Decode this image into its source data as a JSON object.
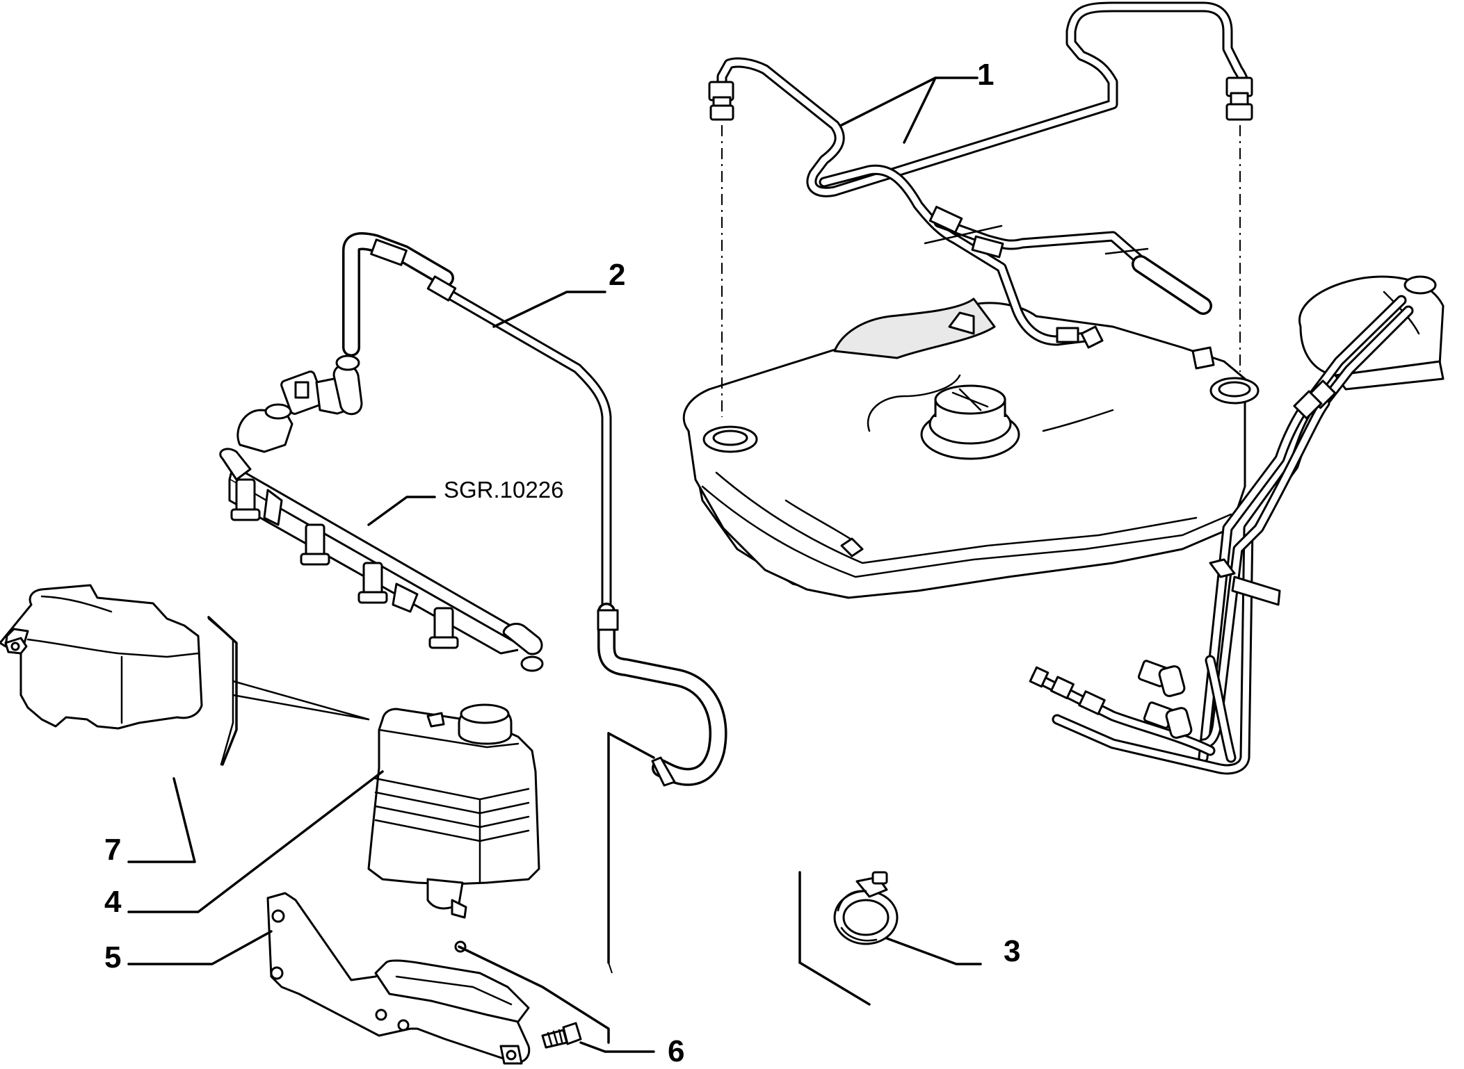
{
  "diagram": {
    "callouts": {
      "c1": "1",
      "c2": "2",
      "c3": "3",
      "c4": "4",
      "c5": "5",
      "c6": "6",
      "c7": "7"
    },
    "reference_label": "SGR.10226"
  }
}
